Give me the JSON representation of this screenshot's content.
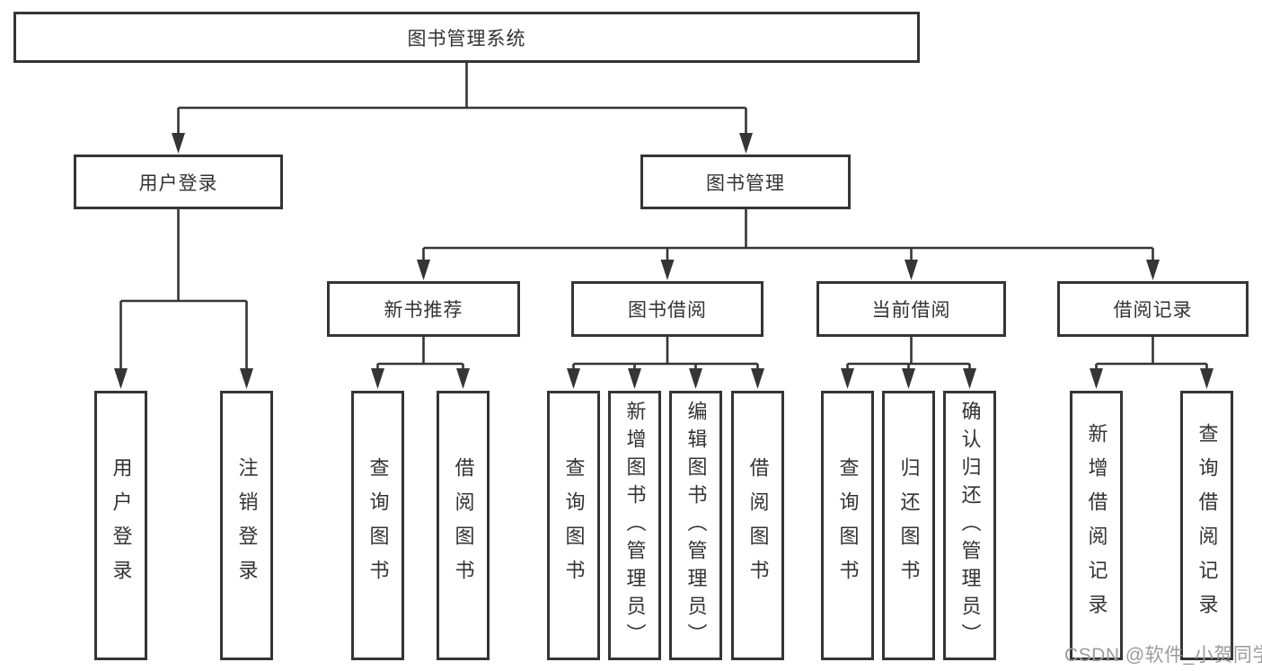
{
  "colors": {
    "line": "#353535",
    "text": "#333333",
    "box_background": "#ffffff",
    "watermark": "#9b9b9b"
  },
  "watermark": {
    "text": "CSDN @软件_小贺同学"
  },
  "nodes": {
    "root": {
      "id": "library-management-system",
      "label": "图书管理系统"
    },
    "level2": [
      {
        "id": "user-login",
        "label": "用户登录",
        "parent": "library-management-system"
      },
      {
        "id": "book-management",
        "label": "图书管理",
        "parent": "library-management-system"
      }
    ],
    "level3": [
      {
        "id": "new-book-recommend",
        "label": "新书推荐",
        "parent": "book-management"
      },
      {
        "id": "book-borrowing",
        "label": "图书借阅",
        "parent": "book-management"
      },
      {
        "id": "current-borrowing",
        "label": "当前借阅",
        "parent": "book-management"
      },
      {
        "id": "borrowing-records",
        "label": "借阅记录",
        "parent": "book-management"
      }
    ],
    "leaves": [
      {
        "id": "leaf-user-login",
        "label": "用户登录",
        "parent": "user-login"
      },
      {
        "id": "leaf-logout",
        "label": "注销登录",
        "parent": "user-login"
      },
      {
        "id": "leaf-query-books-recommend",
        "label": "查询图书",
        "parent": "new-book-recommend"
      },
      {
        "id": "leaf-borrow-books-recommend",
        "label": "借阅图书",
        "parent": "new-book-recommend"
      },
      {
        "id": "leaf-query-books-borrow",
        "label": "查询图书",
        "parent": "book-borrowing"
      },
      {
        "id": "leaf-add-books-admin",
        "label": "新增图书（管理员）",
        "parent": "book-borrowing"
      },
      {
        "id": "leaf-edit-books-admin",
        "label": "编辑图书（管理员）",
        "parent": "book-borrowing"
      },
      {
        "id": "leaf-borrow-books",
        "label": "借阅图书",
        "parent": "book-borrowing"
      },
      {
        "id": "leaf-query-books-current",
        "label": "查询图书",
        "parent": "current-borrowing"
      },
      {
        "id": "leaf-return-books",
        "label": "归还图书",
        "parent": "current-borrowing"
      },
      {
        "id": "leaf-confirm-return-admin",
        "label": "确认归还（管理员）",
        "parent": "current-borrowing"
      },
      {
        "id": "leaf-add-borrow-record",
        "label": "新增借阅记录",
        "parent": "borrowing-records"
      },
      {
        "id": "leaf-query-borrow-record",
        "label": "查询借阅记录",
        "parent": "borrowing-records"
      }
    ]
  }
}
